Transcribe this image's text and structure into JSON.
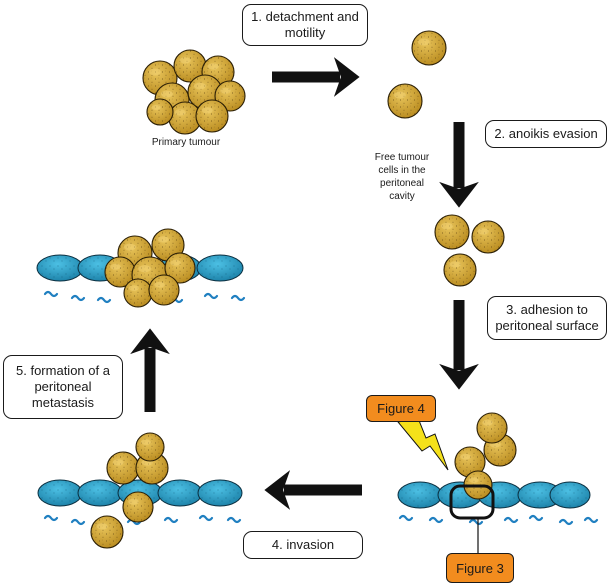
{
  "steps": {
    "step1": [
      "1. detachment and",
      "motility"
    ],
    "step2": [
      "2. anoikis evasion"
    ],
    "step3": [
      "3. adhesion to",
      "peritoneal surface"
    ],
    "step4": [
      "4. invasion"
    ],
    "step5": [
      "5. formation of a",
      "peritoneal",
      "metastasis"
    ]
  },
  "captions": {
    "primary_tumour": "Primary tumour",
    "free_cells": [
      "Free tumour",
      "cells in the",
      "peritoneal",
      "cavity"
    ]
  },
  "figure_refs": {
    "figure4": "Figure 4",
    "figure3": "Figure 3"
  },
  "colors": {
    "tumour_cell": "#d4a838",
    "mesothelial_cell": "#2aa0c8",
    "fibre": "#1f7fc0",
    "arrow": "#111111",
    "figure_box": "#f28c1e",
    "lightning": "#f5e11a"
  },
  "icons": [
    "arrow-right-icon",
    "arrow-down-icon",
    "arrow-left-icon",
    "arrow-up-icon",
    "lightning-icon",
    "tumour-cell-icon",
    "mesothelial-cell-icon"
  ]
}
